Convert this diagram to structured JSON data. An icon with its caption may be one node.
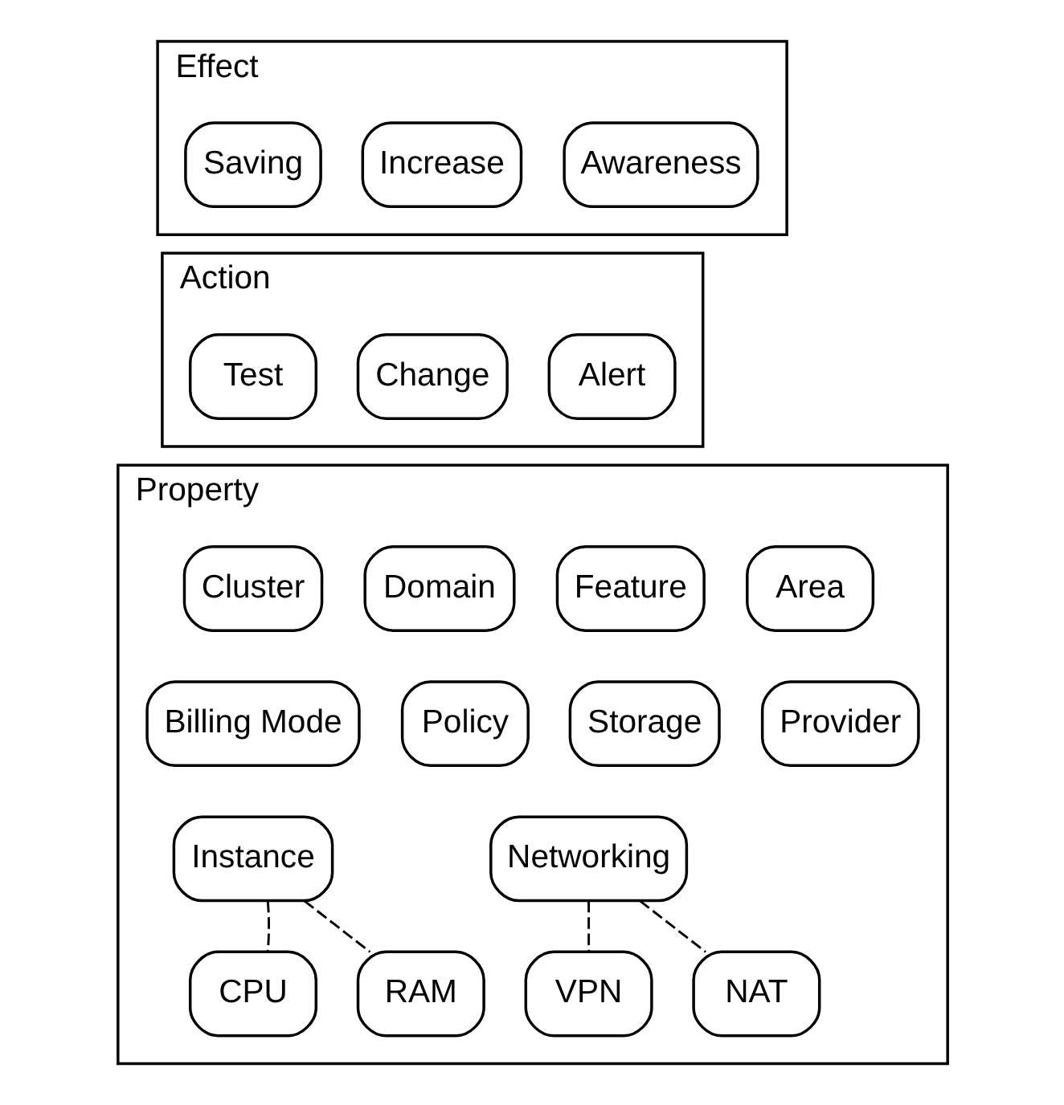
{
  "diagram": {
    "nodes": [
      {
        "text": [
          "Effect"
        ]
      },
      {
        "text": [
          "Saving"
        ],
        "in": 0
      },
      {
        "text": [
          "Increase"
        ],
        "in": 0
      },
      {
        "text": [
          "Awareness"
        ],
        "in": 0
      },
      {
        "text": [
          "Action"
        ]
      },
      {
        "text": [
          "Test"
        ],
        "in": 4
      },
      {
        "text": [
          "Change"
        ],
        "in": 4
      },
      {
        "text": [
          "Alert"
        ],
        "in": 4
      },
      {
        "text": [
          "Property"
        ]
      },
      {
        "text": [
          "Cluster"
        ],
        "in": 8
      },
      {
        "text": [
          "Domain"
        ],
        "in": 8
      },
      {
        "text": [
          "Feature"
        ],
        "in": 8
      },
      {
        "text": [
          "Area"
        ],
        "in": 8
      },
      {
        "text": [
          "Billing Mode"
        ],
        "in": 8
      },
      {
        "text": [
          "Policy"
        ],
        "in": 8
      },
      {
        "text": [
          "Storage"
        ],
        "in": 8
      },
      {
        "text": [
          "Provider"
        ],
        "in": 8
      },
      {
        "text": [
          "Instance"
        ],
        "in": 8
      },
      {
        "text": [
          "Networking"
        ],
        "in": 8
      },
      {
        "text": [
          "CPU"
        ],
        "in": 8
      },
      {
        "text": [
          "RAM"
        ],
        "in": 8
      },
      {
        "text": [
          "VPN"
        ],
        "in": 8
      },
      {
        "text": [
          "NAT"
        ],
        "in": 8
      }
    ],
    "edges": [
      {
        "from": 17,
        "to": 19,
        "arrow": "none",
        "style": "dashed"
      },
      {
        "from": 17,
        "to": 20,
        "arrow": "none",
        "style": "dashed"
      },
      {
        "from": 18,
        "to": 21,
        "arrow": "none",
        "style": "dashed"
      },
      {
        "from": 18,
        "to": 22,
        "arrow": "none",
        "style": "dashed"
      }
    ]
  }
}
